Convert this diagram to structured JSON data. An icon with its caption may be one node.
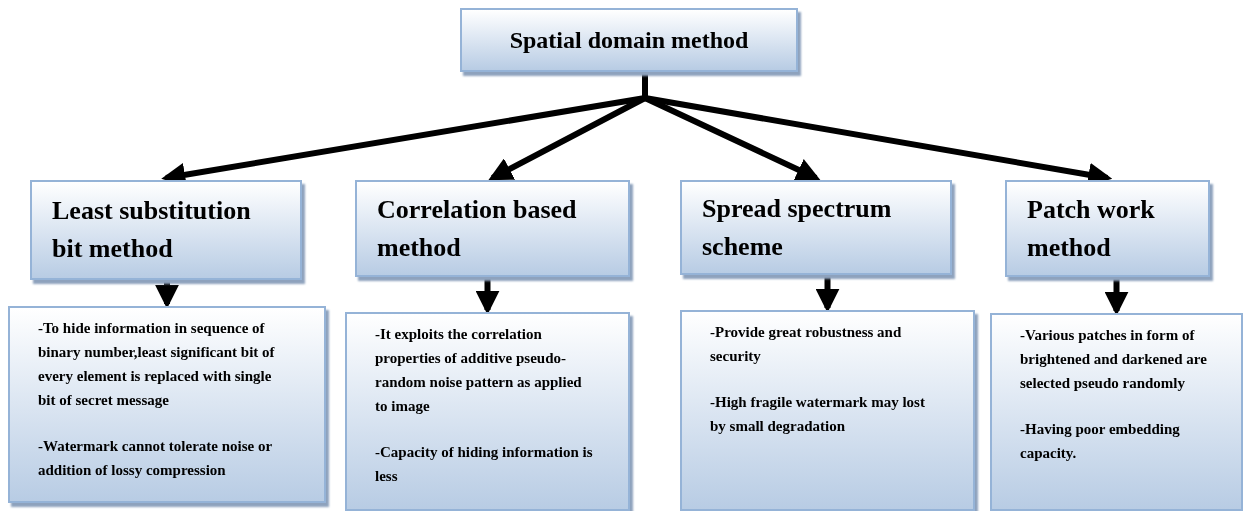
{
  "diagram": {
    "nodes": [
      {
        "text": [
          "Spatial domain method"
        ]
      },
      {
        "text": [
          "Least substitution bit method"
        ]
      },
      {
        "text": [
          "Correlation based method"
        ]
      },
      {
        "text": [
          "Spread spectrum scheme"
        ]
      },
      {
        "text": [
          "Patch work method"
        ]
      },
      {
        "text": [
          "-To hide information in sequence of binary number,least significant bit of every element is replaced with single bit of secret message",
          "-Watermark cannot tolerate noise or addition of lossy compression"
        ]
      },
      {
        "text": [
          "-It exploits the correlation properties of additive pseudo-random  noise pattern as applied to image",
          "-Capacity of hiding information is less"
        ]
      },
      {
        "text": [
          "-Provide great robustness and security",
          "-High fragile watermark may lost by small degradation"
        ]
      },
      {
        "text": [
          "-Various patches in form of brightened and darkened are selected pseudo randomly",
          "-Having poor embedding capacity."
        ]
      }
    ],
    "edges": [
      {
        "from": 0,
        "to": 1,
        "arrow": "to"
      },
      {
        "from": 0,
        "to": 2,
        "arrow": "to"
      },
      {
        "from": 0,
        "to": 3,
        "arrow": "to"
      },
      {
        "from": 0,
        "to": 4,
        "arrow": "to"
      },
      {
        "from": 1,
        "to": 5,
        "arrow": "to"
      },
      {
        "from": 2,
        "to": 6,
        "arrow": "to"
      },
      {
        "from": 3,
        "to": 7,
        "arrow": "to"
      },
      {
        "from": 4,
        "to": 8,
        "arrow": "to"
      }
    ]
  }
}
